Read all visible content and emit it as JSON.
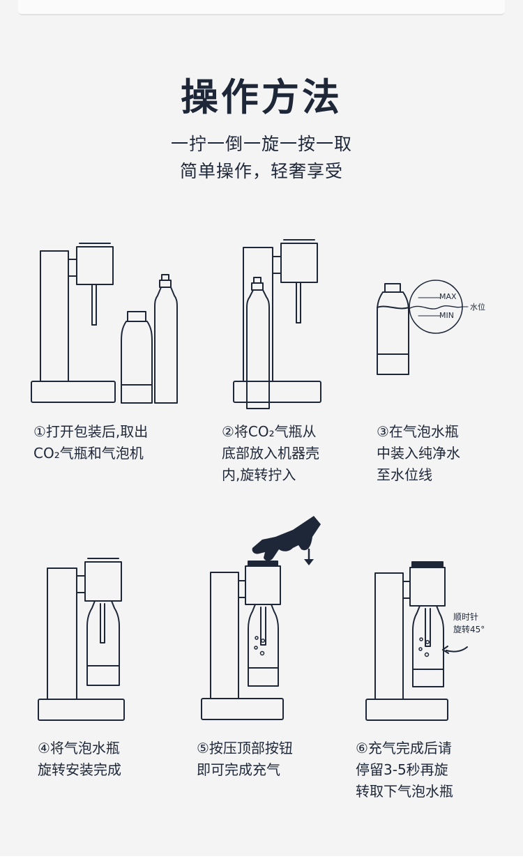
{
  "header": {
    "title": "操作方法",
    "subtitle_line1": "一拧一倒一旋一按一取",
    "subtitle_line2": "简单操作，轻奢享受"
  },
  "steps": [
    {
      "lines": [
        "①打开包装后,取出",
        "CO₂气瓶和气泡机"
      ]
    },
    {
      "lines": [
        "②将CO₂气瓶从",
        "底部放入机器壳",
        "内,旋转拧入"
      ]
    },
    {
      "lines": [
        "③在气泡水瓶",
        "中装入纯净水",
        "至水位线"
      ]
    },
    {
      "lines": [
        "④将气泡水瓶",
        "旋转安装完成"
      ]
    },
    {
      "lines": [
        "⑤按压顶部按钮",
        "即可完成充气"
      ]
    },
    {
      "lines": [
        "⑥充气完成后请",
        "停留3-5秒再旋",
        "转取下气泡水瓶"
      ]
    }
  ],
  "labels": {
    "max": "MAX",
    "min": "MIN",
    "water_level": "水位",
    "rotate_line1": "顺时针",
    "rotate_line2": "旋转45°"
  },
  "colors": {
    "ink": "#1e2738",
    "background": "#f4f4f4"
  }
}
